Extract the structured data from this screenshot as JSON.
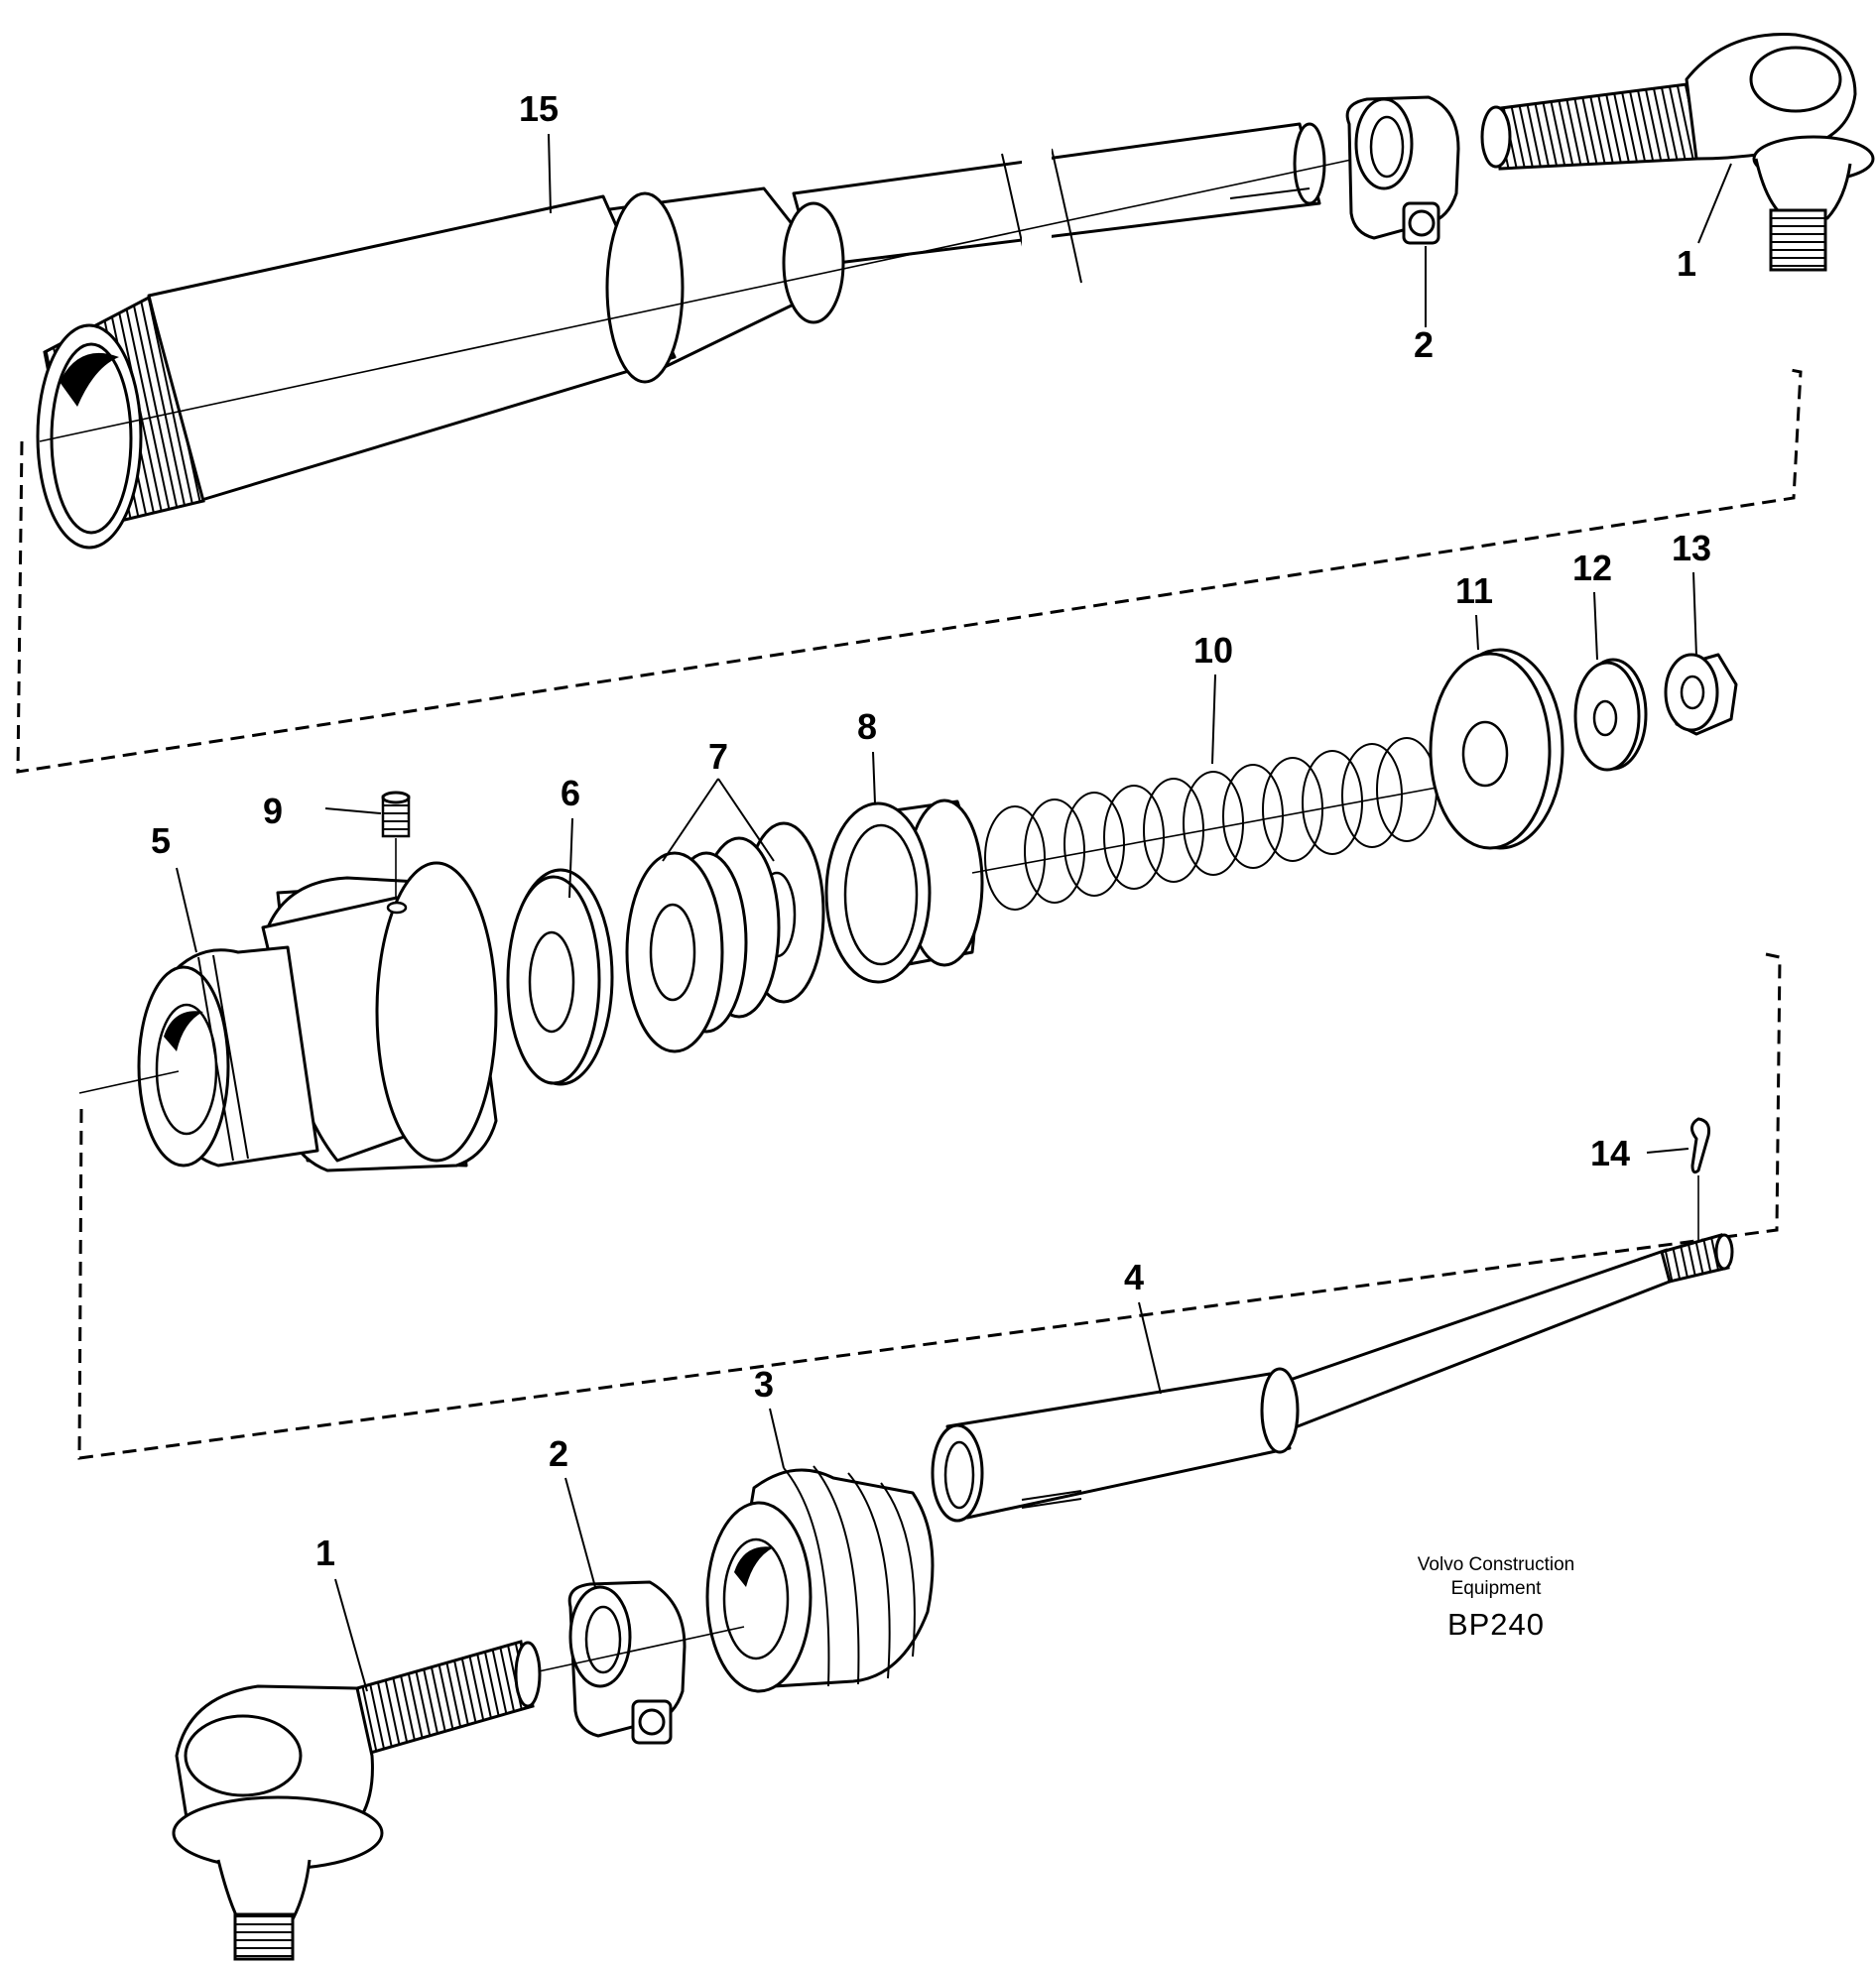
{
  "diagram": {
    "parts": [
      {
        "id": "tie-rod-end-top",
        "number": "1"
      },
      {
        "id": "clamp-top",
        "number": "2"
      },
      {
        "id": "cylinder-tube",
        "number": "15"
      },
      {
        "id": "threaded-sleeve",
        "number": "5"
      },
      {
        "id": "grub-screw",
        "number": "9"
      },
      {
        "id": "washer-6",
        "number": "6"
      },
      {
        "id": "seal-rings",
        "number": "7"
      },
      {
        "id": "bushing",
        "number": "8"
      },
      {
        "id": "spring",
        "number": "10"
      },
      {
        "id": "washer-11",
        "number": "11"
      },
      {
        "id": "washer-12",
        "number": "12"
      },
      {
        "id": "nut",
        "number": "13"
      },
      {
        "id": "cotter-pin",
        "number": "14"
      },
      {
        "id": "piston-rod",
        "number": "4"
      },
      {
        "id": "bellows",
        "number": "3"
      },
      {
        "id": "clamp-bottom",
        "number": "2"
      },
      {
        "id": "tie-rod-end-bottom",
        "number": "1"
      }
    ],
    "credit": {
      "line1": "Volvo Construction",
      "line2": "Equipment",
      "code": "BP240"
    }
  }
}
